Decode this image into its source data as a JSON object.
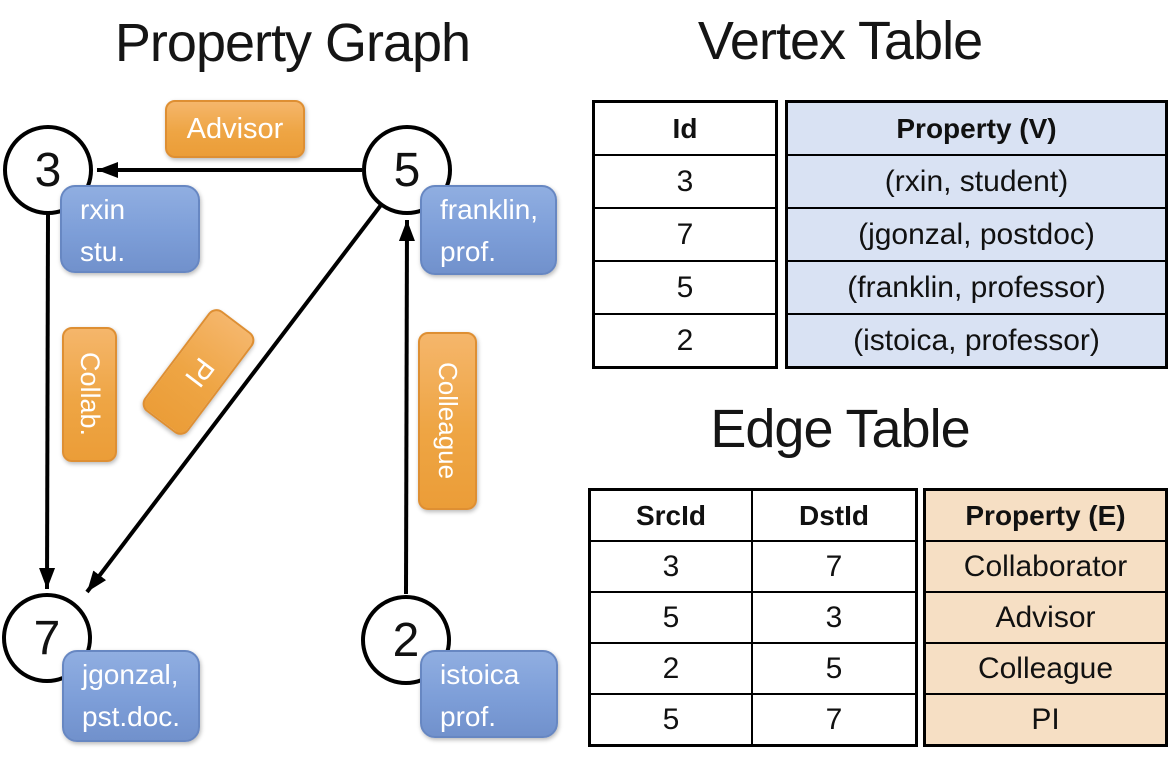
{
  "left_panel": {
    "title": "Property Graph"
  },
  "graph": {
    "nodes": [
      {
        "id": "3",
        "label_lines": [
          "rxin",
          "stu."
        ]
      },
      {
        "id": "5",
        "label_lines": [
          "franklin,",
          "prof."
        ]
      },
      {
        "id": "7",
        "label_lines": [
          "jgonzal,",
          "pst.doc."
        ]
      },
      {
        "id": "2",
        "label_lines": [
          "istoica",
          "prof."
        ]
      }
    ],
    "edge_labels": [
      {
        "text": "Advisor"
      },
      {
        "text": "Collab."
      },
      {
        "text": "PI"
      },
      {
        "text": "Colleague"
      }
    ]
  },
  "vertex_table": {
    "title": "Vertex Table",
    "headers": {
      "id": "Id",
      "property": "Property (V)"
    },
    "rows": [
      {
        "id": "3",
        "property": "(rxin, student)"
      },
      {
        "id": "7",
        "property": "(jgonzal, postdoc)"
      },
      {
        "id": "5",
        "property": "(franklin, professor)"
      },
      {
        "id": "2",
        "property": "(istoica, professor)"
      }
    ]
  },
  "edge_table": {
    "title": "Edge Table",
    "headers": {
      "src": "SrcId",
      "dst": "DstId",
      "property": "Property (E)"
    },
    "rows": [
      {
        "src": "3",
        "dst": "7",
        "property": "Collaborator"
      },
      {
        "src": "5",
        "dst": "3",
        "property": "Advisor"
      },
      {
        "src": "2",
        "dst": "5",
        "property": "Colleague"
      },
      {
        "src": "5",
        "dst": "7",
        "property": "PI"
      }
    ]
  },
  "colors": {
    "edge_label_orange": "#EEA544",
    "vertex_box_blue": "#7D9ED8",
    "vertex_cell_blue": "#D9E2F3",
    "edge_cell_tan": "#F6DFC4",
    "line_black": "#000000"
  }
}
